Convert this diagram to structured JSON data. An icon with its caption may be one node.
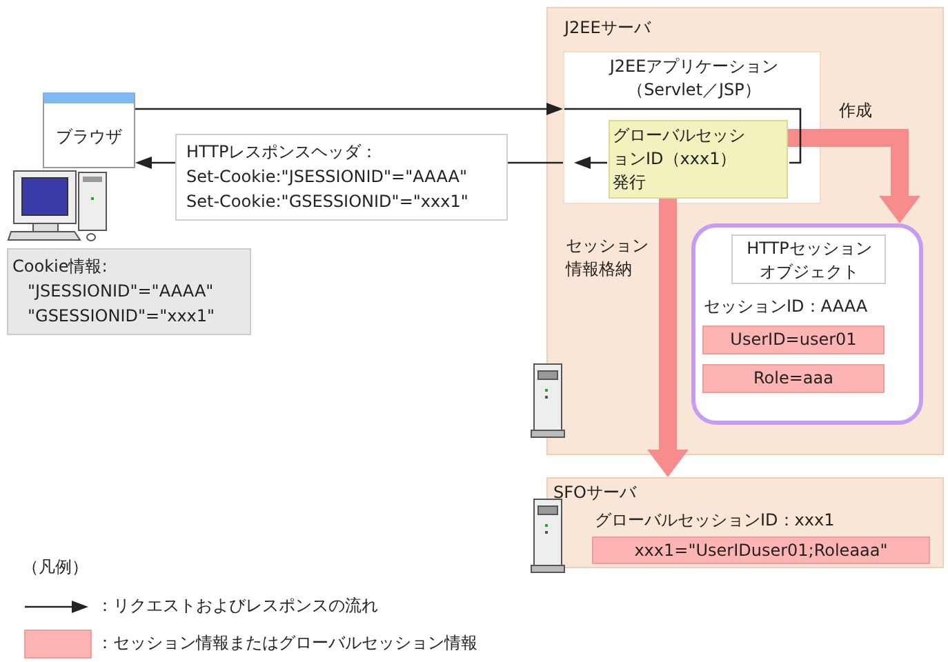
{
  "diagram": {
    "nodes": [
      {
        "text": [
          "J2EEサーバ"
        ]
      },
      {
        "text": [
          "J2EEアプリケーション（Servlet／JSP）"
        ],
        "in": 0
      },
      {
        "text": [
          "グローバルセッションID（xxx1）発行"
        ],
        "in": 1
      },
      {
        "text": [
          "セッションID：AAAA"
        ],
        "in": 0
      },
      {
        "text": [
          "HTTPセッションオブジェクト"
        ],
        "in": 3
      },
      {
        "text": [
          "UserID=user01"
        ],
        "in": 3
      },
      {
        "text": [
          "Role=aaa"
        ],
        "in": 3
      },
      {
        "text": [
          "ブラウザ"
        ]
      },
      {
        "text": [
          "HTTPレスポンスヘッダ：",
          "Set-Cookie:\"JSESSIONID\"=\"AAAA\"",
          "Set-Cookie:\"GSESSIONID\"=\"xxx1\""
        ]
      },
      {
        "text": [
          "Cookie情報:",
          "\"JSESSIONID\"=\"AAAA\"",
          "\"GSESSIONID\"=\"xxx1\""
        ]
      },
      {
        "text": [
          "SFOサーバ",
          "グローバルセッションID：xxx1"
        ]
      },
      {
        "text": [
          "xxx1=\"UserIDuser01;Roleaaa\""
        ],
        "in": 10
      }
    ],
    "edges": [
      {
        "from": 7,
        "to": 1,
        "arrow": "to"
      },
      {
        "from": 1,
        "to": 8,
        "arrow": "none"
      },
      {
        "from": 8,
        "to": 7,
        "arrow": "to"
      },
      {
        "from": 2,
        "to": 3,
        "arrow": "to",
        "label": "作成",
        "style": "thick",
        "color": "#f68c8c"
      },
      {
        "from": 2,
        "to": 10,
        "arrow": "to",
        "label": "セッション情報格納",
        "style": "thick",
        "color": "#f68c8c"
      }
    ],
    "labels": [
      "（凡例）"
    ],
    "legend": [
      {
        "text": "：リクエストおよびレスポンスの流れ"
      },
      {
        "text": "：セッション情報またはグローバルセッション情報",
        "color": "#ffb4b4"
      }
    ]
  }
}
